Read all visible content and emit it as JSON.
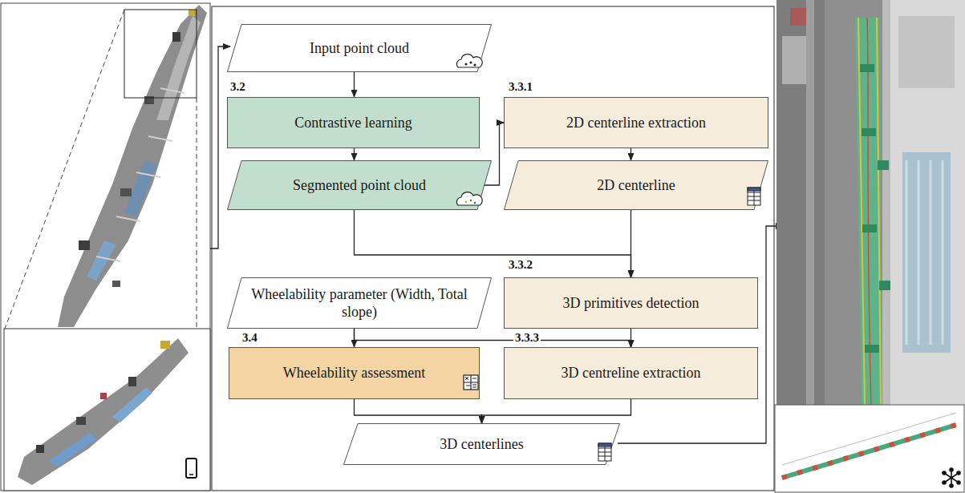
{
  "diagram": {
    "nodes": [
      {
        "text": [
          "Input point cloud"
        ]
      },
      {
        "text": [
          "Contrastive learning"
        ]
      },
      {
        "text": [
          "Segmented point cloud"
        ]
      },
      {
        "text": [
          "2D centerline extraction"
        ]
      },
      {
        "text": [
          "2D centerline"
        ]
      },
      {
        "text": [
          "Wheelability parameter (Width, Total slope)"
        ]
      },
      {
        "text": [
          "3D primitives detection"
        ]
      },
      {
        "text": [
          "Wheelability assessment"
        ]
      },
      {
        "text": [
          "3D centreline extraction"
        ]
      },
      {
        "text": [
          "3D centerlines"
        ]
      }
    ],
    "edges": [
      {
        "from": 0,
        "to": 1,
        "arrow": "to"
      },
      {
        "from": 1,
        "to": 2,
        "arrow": "to"
      },
      {
        "from": 2,
        "to": 3,
        "arrow": "to"
      },
      {
        "from": 3,
        "to": 4,
        "arrow": "to"
      },
      {
        "from": 4,
        "to": 6,
        "arrow": "to"
      },
      {
        "from": 2,
        "to": 6,
        "arrow": "to"
      },
      {
        "from": 5,
        "to": 7,
        "arrow": "to"
      },
      {
        "from": 6,
        "to": 8,
        "arrow": "to"
      },
      {
        "from": 5,
        "to": 8,
        "arrow": "to"
      },
      {
        "from": 7,
        "to": 9,
        "arrow": "to"
      },
      {
        "from": 8,
        "to": 9,
        "arrow": "to"
      }
    ],
    "labels": [
      "3.2",
      "3.3.1",
      "3.3.2",
      "3.4",
      "3.3.3"
    ]
  }
}
